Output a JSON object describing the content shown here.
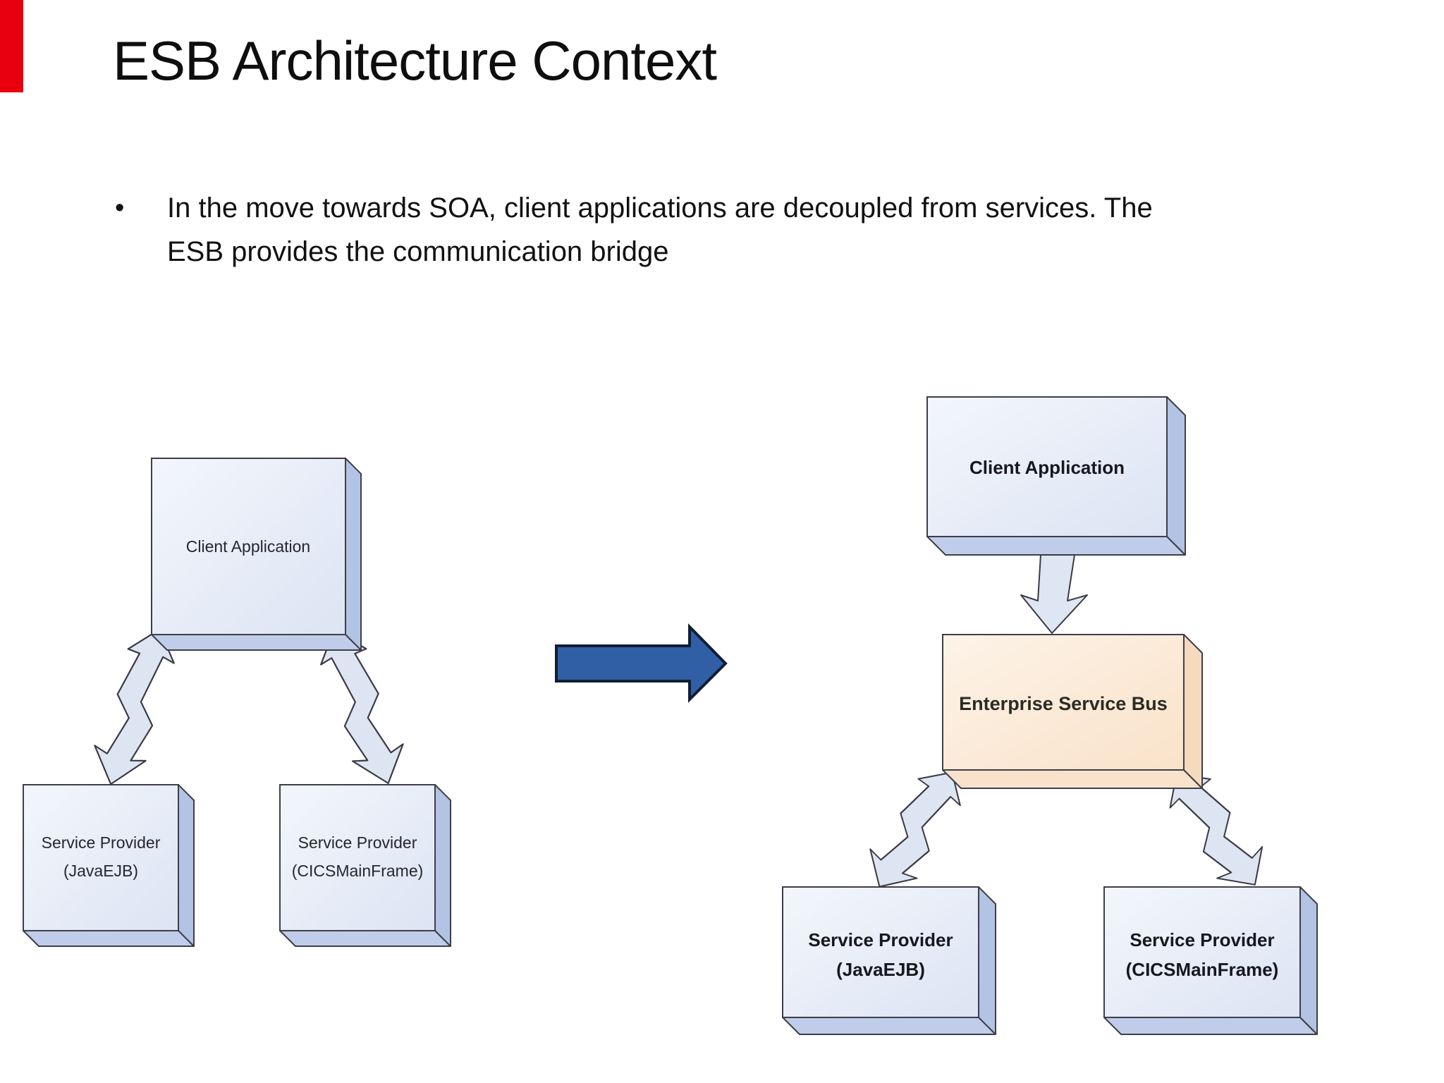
{
  "slide": {
    "title": "ESB Architecture Context",
    "bullet_marker": "•",
    "bullet_line1": "In the move towards SOA, client applications are decoupled from services. The",
    "bullet_line2": "ESB provides the communication bridge"
  },
  "before_diagram": {
    "client_label": "Client Application",
    "provider1_line1": "Service Provider",
    "provider1_line2": "(JavaEJB)",
    "provider2_line1": "Service Provider",
    "provider2_line2": "(CICSMainFrame)"
  },
  "after_diagram": {
    "client_label": "Client Application",
    "esb_label": "Enterprise Service Bus",
    "provider1_line1": "Service Provider",
    "provider1_line2": "(JavaEJB)",
    "provider2_line1": "Service Provider",
    "provider2_line2": "(CICSMainFrame)"
  },
  "colors": {
    "red_bar": "#e8000f",
    "box_face_blue": "#e9eef8",
    "box_side_blue": "#b2c3e3",
    "box_face_peach": "#fcebdb",
    "box_side_peach": "#f5dabe",
    "connector_arrow_fill": "#dee5f2",
    "blue_arrow": "#305fa6",
    "outline": "#3e3e48"
  }
}
